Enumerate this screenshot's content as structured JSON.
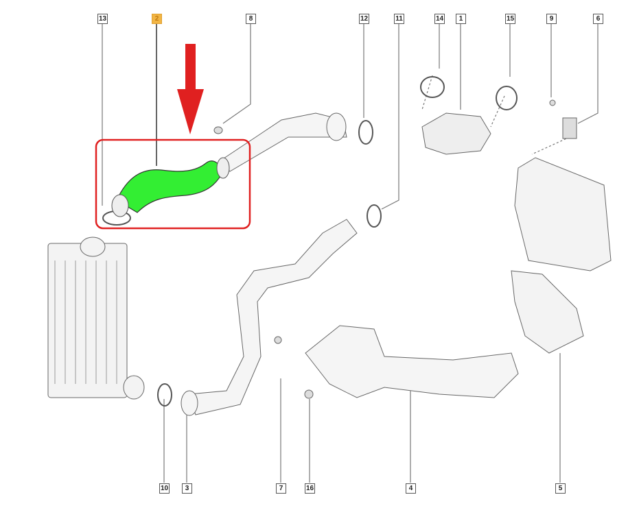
{
  "diagram": {
    "highlight_color": "#33ee33",
    "frame_color": "#e02020",
    "arrow_color": "#e02020",
    "highlighted_part": "2",
    "labels_top": [
      "13",
      "2",
      "8",
      "12",
      "11",
      "14",
      "1",
      "15",
      "9",
      "6"
    ],
    "labels_bottom": [
      "10",
      "3",
      "7",
      "16",
      "4",
      "5"
    ]
  }
}
